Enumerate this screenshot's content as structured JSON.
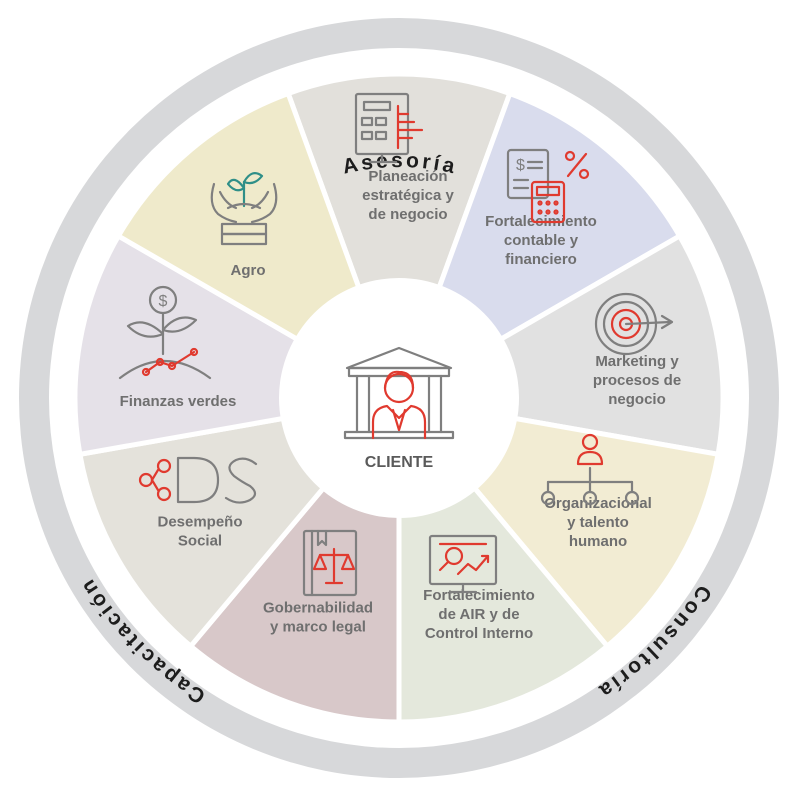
{
  "ring": {
    "top": "Asesoría",
    "left": "Capacitación",
    "right": "Consultoría"
  },
  "center": {
    "label": "CLIENTE"
  },
  "segments": [
    {
      "id": "planeacion",
      "lines": [
        "Planeación",
        "estratégica y",
        "de negocio"
      ],
      "color": "#e2e0db",
      "icon": "dashboard-monitor-icon"
    },
    {
      "id": "fortalecimiento-contable",
      "lines": [
        "Fortalecimiento",
        "contable y",
        "financiero"
      ],
      "color": "#d9dced",
      "icon": "calculator-finance-icon"
    },
    {
      "id": "marketing",
      "lines": [
        "Marketing y",
        "procesos de",
        "negocio"
      ],
      "color": "#e1e1e1",
      "icon": "target-icon"
    },
    {
      "id": "organizacional",
      "lines": [
        "Organizacional",
        "y talento",
        "humano"
      ],
      "color": "#f2ecd3",
      "icon": "org-chart-icon"
    },
    {
      "id": "air",
      "lines": [
        "Fortalecimiento",
        "de AIR y de",
        "Control Interno"
      ],
      "color": "#e4e8dc",
      "icon": "monitor-magnifier-icon"
    },
    {
      "id": "gobernabilidad",
      "lines": [
        "Gobernabilidad",
        "y marco legal"
      ],
      "color": "#d8c8c9",
      "icon": "law-book-icon"
    },
    {
      "id": "desempeno",
      "lines": [
        "Desempeño",
        "Social"
      ],
      "color": "#e4e2db",
      "icon": "ds-logo-icon"
    },
    {
      "id": "finanzas",
      "lines": [
        "Finanzas verdes"
      ],
      "color": "#e5e1e8",
      "icon": "green-finance-icon"
    },
    {
      "id": "agro",
      "lines": [
        "Agro"
      ],
      "color": "#efeacb",
      "icon": "plant-hands-icon"
    }
  ]
}
